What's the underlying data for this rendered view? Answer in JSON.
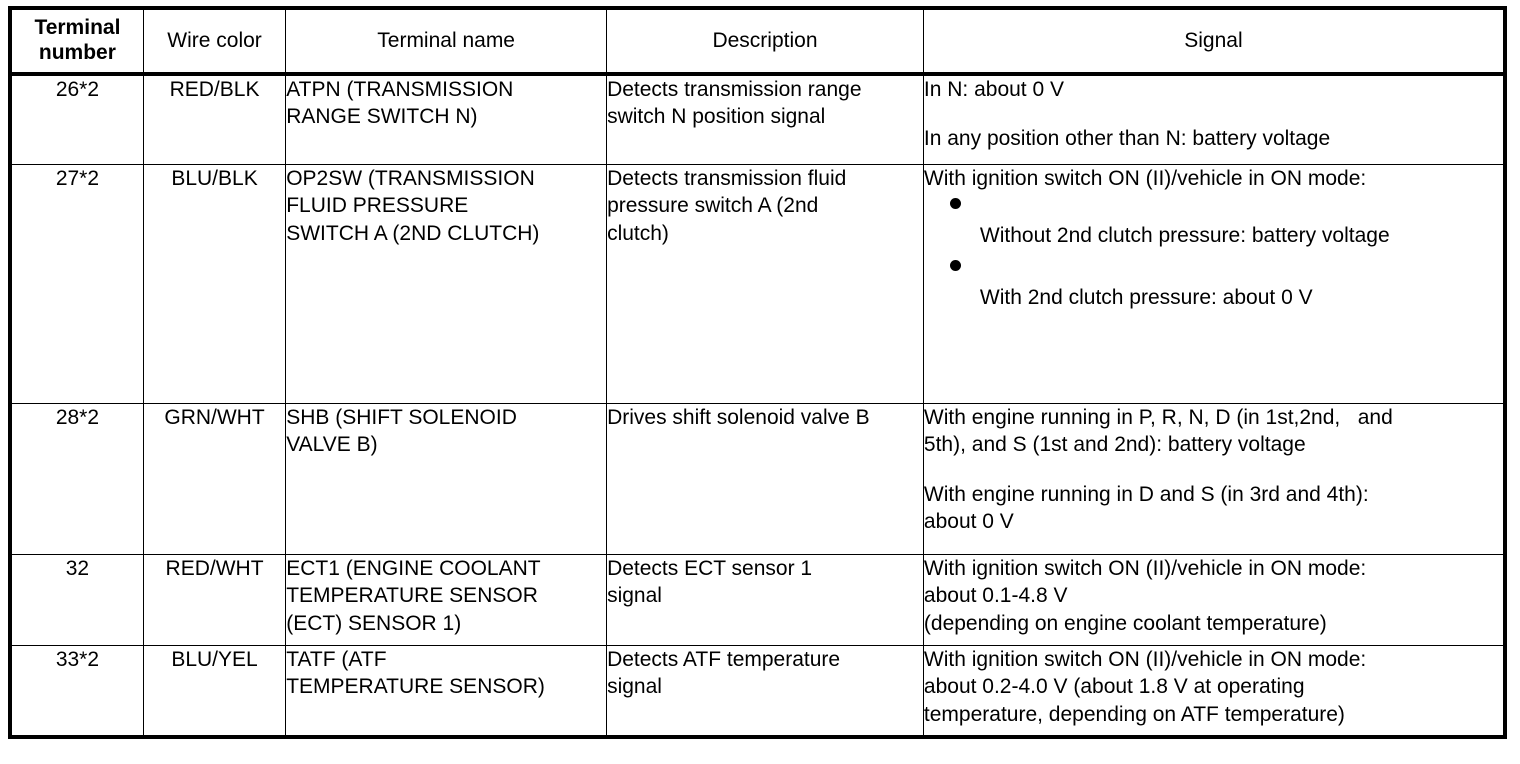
{
  "table": {
    "columns": [
      {
        "key": "terminal_number",
        "label": "Terminal\nnumber",
        "label_line1": "Terminal",
        "label_line2": "number",
        "bold": true,
        "align": "center"
      },
      {
        "key": "wire_color",
        "label": "Wire color",
        "bold": false,
        "align": "center"
      },
      {
        "key": "terminal_name",
        "label": "Terminal name",
        "bold": false,
        "align": "center"
      },
      {
        "key": "description",
        "label": "Description",
        "bold": false,
        "align": "center"
      },
      {
        "key": "signal",
        "label": "Signal",
        "bold": false,
        "align": "center"
      }
    ],
    "rows": [
      {
        "terminal_number": "26*2",
        "wire_color": "RED/BLK",
        "terminal_name_lines": [
          "ATPN (TRANSMISSION",
          "RANGE SWITCH N)"
        ],
        "terminal_name": "ATPN (TRANSMISSION RANGE SWITCH N)",
        "description_lines": [
          "Detects transmission range",
          "switch N position signal"
        ],
        "description": "Detects transmission range switch N position signal",
        "signal_blocks": [
          {
            "type": "paragraph",
            "lines": [
              "In N: about 0 V"
            ]
          },
          {
            "type": "gap"
          },
          {
            "type": "paragraph",
            "lines": [
              "In any position other than N: battery voltage"
            ]
          }
        ]
      },
      {
        "terminal_number": "27*2",
        "wire_color": "BLU/BLK",
        "terminal_name_lines": [
          "OP2SW (TRANSMISSION",
          "FLUID PRESSURE",
          "SWITCH A (2ND CLUTCH)"
        ],
        "terminal_name": "OP2SW (TRANSMISSION FLUID PRESSURE SWITCH A (2ND CLUTCH)",
        "description_lines": [
          "Detects transmission fluid",
          "pressure switch A (2nd",
          "clutch)"
        ],
        "description": "Detects transmission fluid pressure switch A (2nd clutch)",
        "signal_blocks": [
          {
            "type": "paragraph",
            "lines": [
              "With ignition switch ON (II)/vehicle in ON mode:"
            ]
          },
          {
            "type": "bullet",
            "text": "Without 2nd clutch pressure: battery voltage"
          },
          {
            "type": "bullet",
            "text": "With 2nd clutch pressure: about 0 V"
          }
        ]
      },
      {
        "terminal_number": "28*2",
        "wire_color": "GRN/WHT",
        "terminal_name_lines": [
          "SHB (SHIFT SOLENOID",
          "VALVE B)"
        ],
        "terminal_name": "SHB (SHIFT SOLENOID VALVE B)",
        "description_lines": [
          "Drives shift solenoid valve B"
        ],
        "description": "Drives shift solenoid valve B",
        "signal_blocks": [
          {
            "type": "paragraph",
            "lines": [
              "With engine running in P, R, N, D (in 1st,2nd,   and",
              "5th), and S (1st and 2nd): battery voltage"
            ]
          },
          {
            "type": "gap"
          },
          {
            "type": "paragraph",
            "lines": [
              "With engine running in D and S (in 3rd and 4th):",
              "about 0 V"
            ]
          }
        ]
      },
      {
        "terminal_number": "32",
        "wire_color": "RED/WHT",
        "terminal_name_lines": [
          "ECT1 (ENGINE COOLANT",
          "TEMPERATURE SENSOR",
          "(ECT) SENSOR 1)"
        ],
        "terminal_name": "ECT1 (ENGINE COOLANT TEMPERATURE SENSOR (ECT) SENSOR 1)",
        "description_lines": [
          "Detects ECT sensor 1",
          "signal"
        ],
        "description": "Detects ECT sensor 1 signal",
        "signal_blocks": [
          {
            "type": "paragraph",
            "lines": [
              "With ignition switch ON (II)/vehicle in ON mode:",
              "about 0.1-4.8 V",
              "(depending on engine coolant temperature)"
            ]
          }
        ]
      },
      {
        "terminal_number": "33*2",
        "wire_color": "BLU/YEL",
        "terminal_name_lines": [
          "TATF (ATF",
          "TEMPERATURE SENSOR)"
        ],
        "terminal_name": "TATF (ATF TEMPERATURE SENSOR)",
        "description_lines": [
          "Detects ATF temperature",
          "signal"
        ],
        "description": "Detects ATF temperature signal",
        "signal_blocks": [
          {
            "type": "paragraph",
            "lines": [
              "With ignition switch ON (II)/vehicle in ON mode:",
              "about 0.2-4.0 V (about 1.8 V at operating",
              "temperature, depending on ATF temperature)"
            ]
          }
        ]
      }
    ]
  },
  "style": {
    "border_color": "#000000",
    "text_color": "#000000",
    "background": "#ffffff"
  }
}
